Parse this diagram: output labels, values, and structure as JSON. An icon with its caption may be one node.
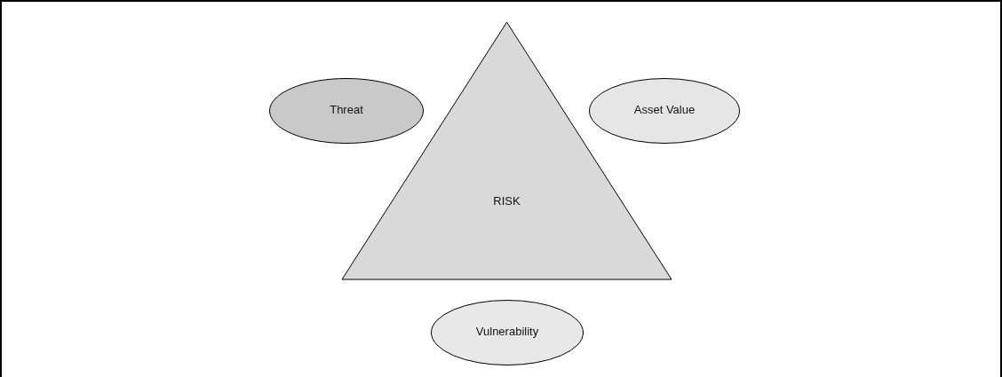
{
  "diagram": {
    "nodes": [
      {
        "text": [
          "Threat"
        ]
      },
      {
        "text": [
          "RISK"
        ]
      },
      {
        "text": [
          "Asset Value"
        ]
      },
      {
        "text": [
          "Vulnerability"
        ]
      }
    ]
  }
}
